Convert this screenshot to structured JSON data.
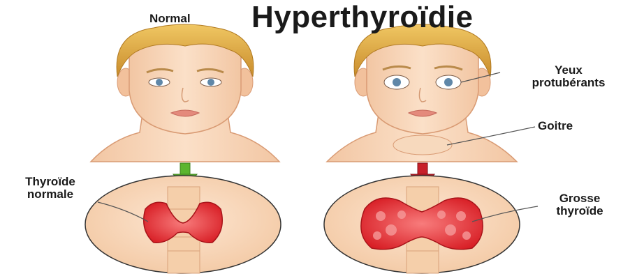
{
  "title": "Hyperthyroïdie",
  "labels": {
    "normal": "Normal",
    "eyes_line1": "Yeux",
    "eyes_line2": "protubérants",
    "goitre": "Goitre",
    "thyroid_normal_line1": "Thyroïde",
    "thyroid_normal_line2": "normale",
    "thyroid_big_line1": "Grosse",
    "thyroid_big_line2": "thyroïde"
  },
  "colors": {
    "skin": "#f7d3b5",
    "hair": "#e7b24a",
    "thyroid": "#e8343a",
    "arrow_normal": "#5bb52e",
    "arrow_hyper": "#c8202a"
  }
}
